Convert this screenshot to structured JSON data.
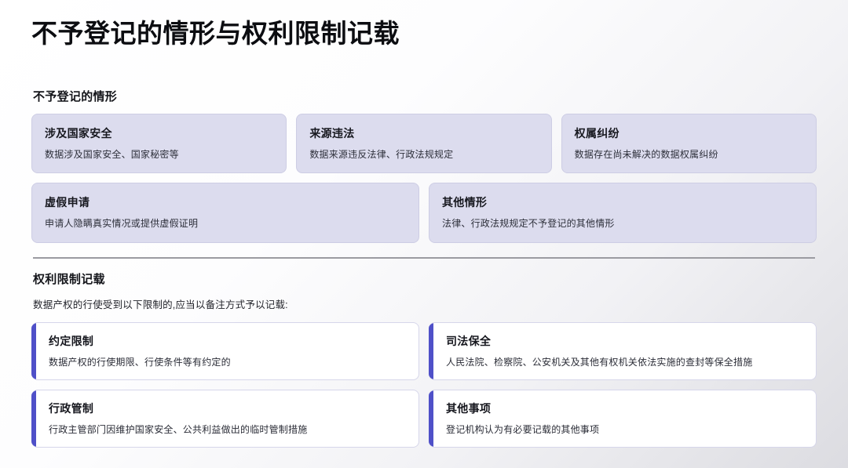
{
  "page": {
    "title": "不予登记的情形与权利限制记载",
    "accent_color": "#4f50c8",
    "card_fill_color": "#dcdcee"
  },
  "section_one": {
    "heading": "不予登记的情形",
    "row1": [
      {
        "title": "涉及国家安全",
        "desc": "数据涉及国家安全、国家秘密等"
      },
      {
        "title": "来源违法",
        "desc": "数据来源违反法律、行政法规规定"
      },
      {
        "title": "权属纠纷",
        "desc": "数据存在尚未解决的数据权属纠纷"
      }
    ],
    "row2": [
      {
        "title": "虚假申请",
        "desc": "申请人隐瞒真实情况或提供虚假证明"
      },
      {
        "title": "其他情形",
        "desc": "法律、行政法规规定不予登记的其他情形"
      }
    ]
  },
  "section_two": {
    "heading": "权利限制记载",
    "description": "数据产权的行使受到以下限制的,应当以备注方式予以记载:",
    "row1": [
      {
        "title": "约定限制",
        "desc": "数据产权的行使期限、行使条件等有约定的"
      },
      {
        "title": "司法保全",
        "desc": "人民法院、检察院、公安机关及其他有权机关依法实施的查封等保全措施"
      }
    ],
    "row2": [
      {
        "title": "行政管制",
        "desc": "行政主管部门因维护国家安全、公共利益做出的临时管制措施"
      },
      {
        "title": "其他事项",
        "desc": "登记机构认为有必要记载的其他事项"
      }
    ]
  }
}
